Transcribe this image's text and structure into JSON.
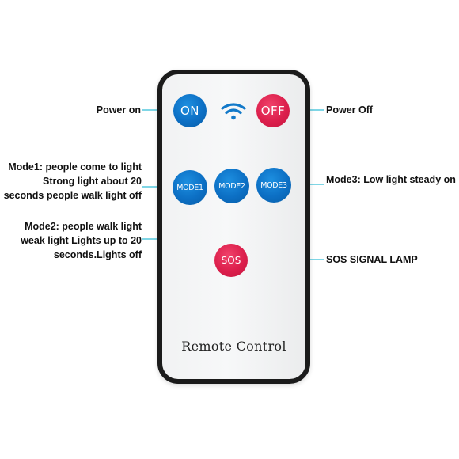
{
  "remote": {
    "title": "Remote Control",
    "buttons": {
      "on": "ON",
      "off": "OFF",
      "mode1": "MODE1",
      "mode2": "MODE2",
      "mode3": "MODE3",
      "sos": "SOS"
    }
  },
  "annotations": {
    "power_on": "Power on",
    "power_off": "Power Off",
    "mode1": "Mode1: people come to light Strong light about 20 seconds people walk light off",
    "mode2": "Mode2: people walk light weak light Lights up to 20 seconds.Lights off",
    "mode3": "Mode3: Low light steady on",
    "sos": "SOS SIGNAL LAMP"
  },
  "colors": {
    "blue_button": "#0c6fc4",
    "red_button": "#dc1f4c",
    "wifi": "#1279c9",
    "leader_line": "#7fd6e6"
  },
  "icons": {
    "signal": "wifi-icon"
  }
}
